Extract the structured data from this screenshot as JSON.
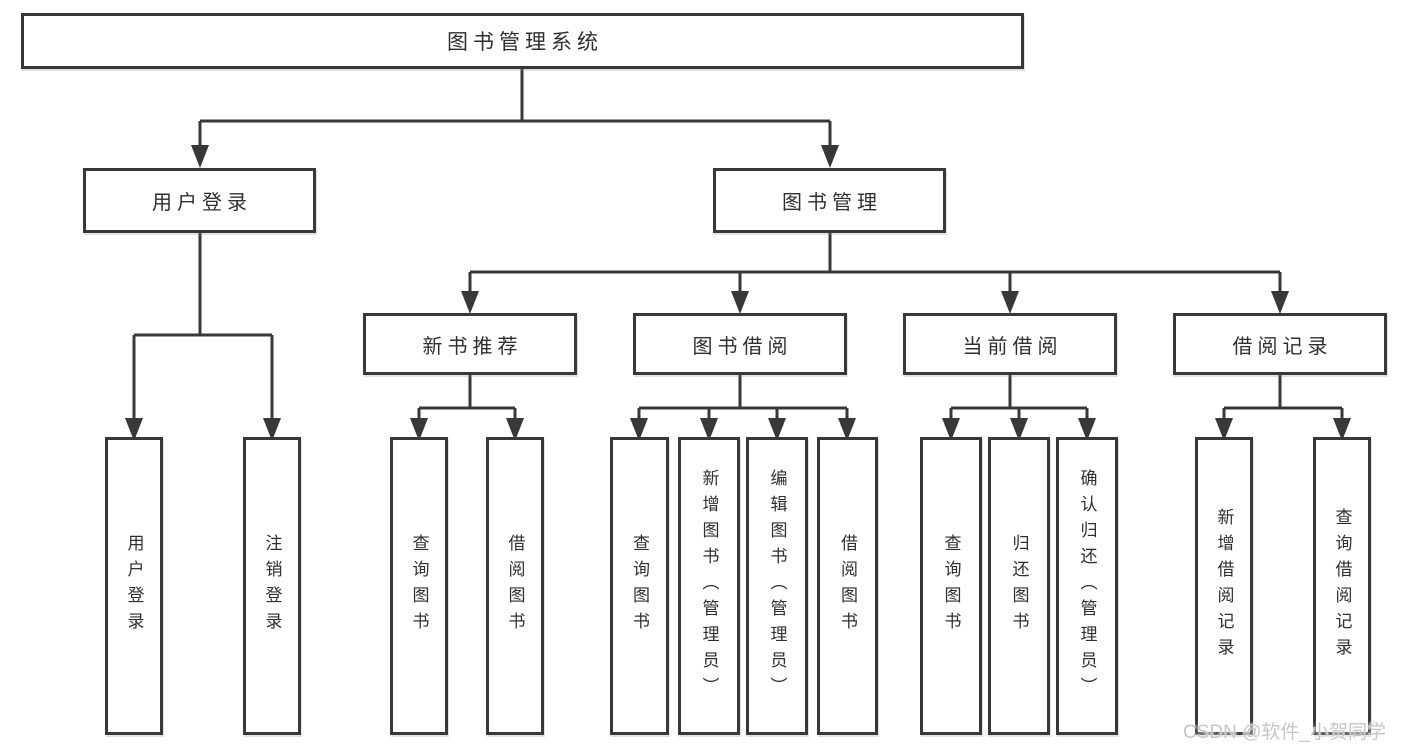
{
  "diagram": {
    "root": {
      "label": "图书管理系统"
    },
    "level2": [
      {
        "label": "用户登录"
      },
      {
        "label": "图书管理"
      }
    ],
    "level3": [
      {
        "label": "新书推荐"
      },
      {
        "label": "图书借阅"
      },
      {
        "label": "当前借阅"
      },
      {
        "label": "借阅记录"
      }
    ],
    "leaves": {
      "user_login": [
        {
          "label": "用户登录"
        },
        {
          "label": "注销登录"
        }
      ],
      "new_book_recommend": [
        {
          "label": "查询图书"
        },
        {
          "label": "借阅图书"
        }
      ],
      "book_borrow": [
        {
          "label": "查询图书"
        },
        {
          "label": "新增图书（管理员）"
        },
        {
          "label": "编辑图书（管理员）"
        },
        {
          "label": "借阅图书"
        }
      ],
      "current_borrow": [
        {
          "label": "查询图书"
        },
        {
          "label": "归还图书"
        },
        {
          "label": "确认归还（管理员）"
        }
      ],
      "borrow_records": [
        {
          "label": "新增借阅记录"
        },
        {
          "label": "查询借阅记录"
        }
      ]
    }
  },
  "watermark": {
    "text": "CSDN @软件_小贺同学"
  },
  "colors": {
    "line": "#383838",
    "text": "#2f2f2f",
    "background": "#ffffff",
    "watermark": "#c6c6c6"
  }
}
